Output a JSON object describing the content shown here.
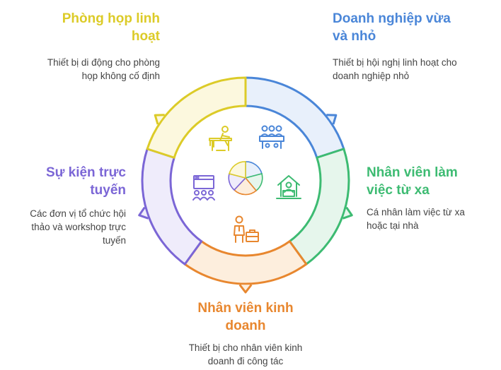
{
  "segments": [
    {
      "id": "sme",
      "title": "Doanh nghiệp vừa và nhỏ",
      "desc": "Thiết bị hội nghị linh hoạt cho doanh nghiệp nhỏ",
      "color": "#4a86d8",
      "fill": "#e8f0fb"
    },
    {
      "id": "remote",
      "title": "Nhân viên làm việc từ xa",
      "desc": "Cá nhân làm việc từ xa hoặc tại nhà",
      "color": "#3dbb72",
      "fill": "#e6f6ec"
    },
    {
      "id": "sales",
      "title": "Nhân viên kinh doanh",
      "desc": "Thiết bị cho nhân viên kinh doanh đi công tác",
      "color": "#e8872f",
      "fill": "#fdeedd"
    },
    {
      "id": "events",
      "title": "Sự kiện trực tuyến",
      "desc": "Các đơn vị tổ chức hội thảo và workshop trực tuyến",
      "color": "#7b66d6",
      "fill": "#efecfb"
    },
    {
      "id": "mobile",
      "title": "Phòng họp linh hoạt",
      "desc": "Thiết bị di động cho phòng họp không cố định",
      "color": "#dccb28",
      "fill": "#fcf8de"
    }
  ],
  "icons": [
    "person-desk-icon",
    "meeting-table-icon",
    "home-laptop-icon",
    "businessman-briefcase-icon",
    "screen-audience-icon"
  ]
}
